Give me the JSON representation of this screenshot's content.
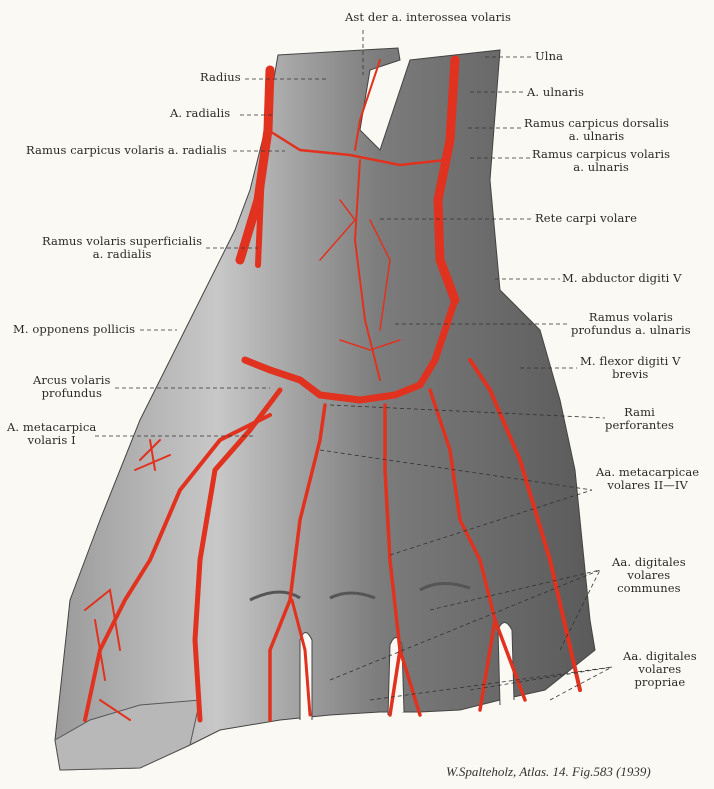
{
  "figure": {
    "caption": "W.Spalteholz, Atlas. 14. Fig.583 (1939)",
    "colors": {
      "artery": "#e0321f",
      "tissue": "#8a8a8a",
      "background": "#fbf9f3"
    },
    "labels": {
      "ast_interossea": "Ast der a. interossea volaris",
      "ulna": "Ulna",
      "radius": "Radius",
      "a_radialis": "A. radialis",
      "a_ulnaris": "A. ulnaris",
      "ramus_carpicus_dorsalis": [
        "Ramus carpicus dorsalis",
        "a. ulnaris"
      ],
      "ramus_carpicus_volaris_radialis": "Ramus carpicus volaris a. radialis",
      "ramus_carpicus_volaris_ulnaris": [
        "Ramus carpicus volaris",
        "a. ulnaris"
      ],
      "rete_carpi": "Rete carpi volare",
      "ramus_volaris_superficialis": [
        "Ramus volaris superficialis",
        "a. radialis"
      ],
      "abductor": "M. abductor digiti V",
      "opponens": "M. opponens pollicis",
      "ramus_volaris_profundus": [
        "Ramus volaris",
        "profundus a. ulnaris"
      ],
      "flexor": [
        "M. flexor digiti V",
        "brevis"
      ],
      "arcus": [
        "Arcus volaris",
        "profundus"
      ],
      "rami_perforantes": [
        "Rami",
        "perforantes"
      ],
      "metacarpica_I": [
        "A. metacarpica",
        "volaris I"
      ],
      "metacarpicae_II_IV": [
        "Aa. metacarpicae",
        "volares II—IV"
      ],
      "digitales_communes": [
        "Aa. digitales",
        "volares",
        "communes"
      ],
      "digitales_propriae": [
        "Aa. digitales",
        "volares",
        "propriae"
      ]
    }
  }
}
